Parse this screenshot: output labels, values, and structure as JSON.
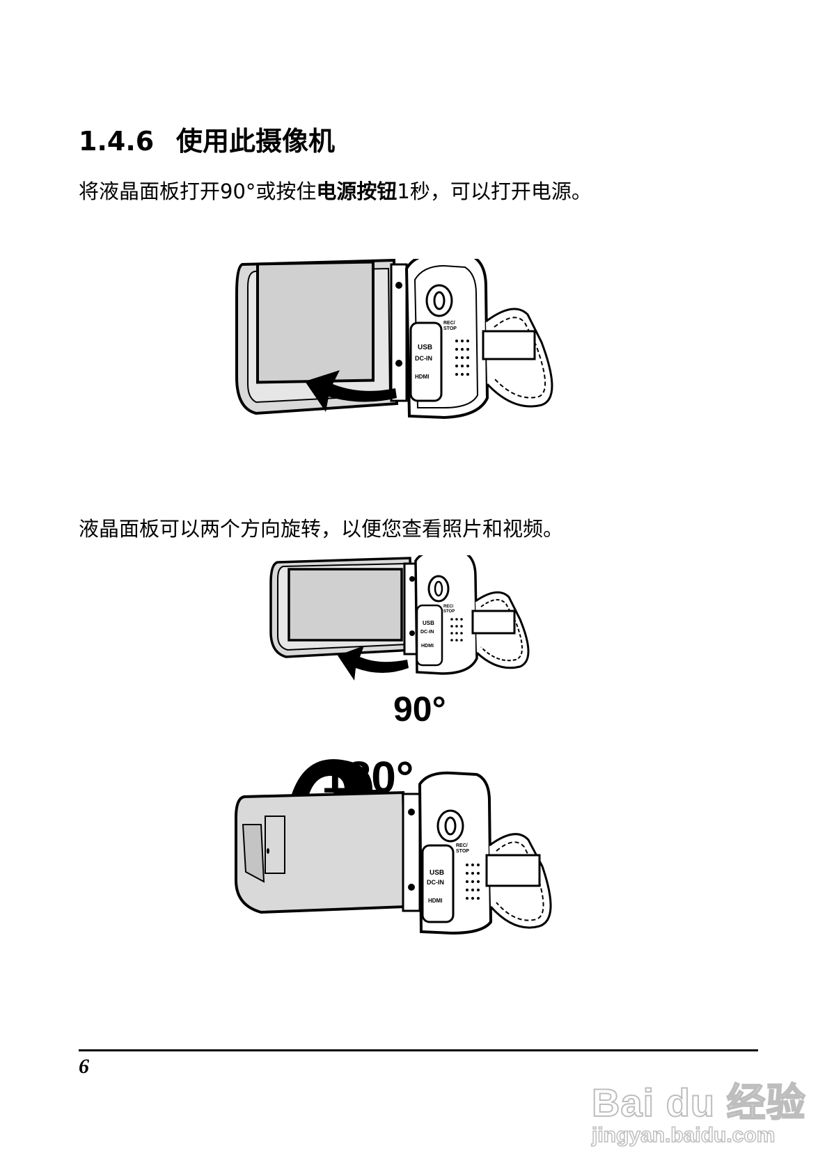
{
  "section": {
    "number": "1.4.6",
    "title": "使用此摄像机"
  },
  "para1": {
    "before": "将液晶面板打开90°或按住",
    "bold": "电源按钮",
    "after": "1秒，可以打开电源。"
  },
  "para2": "液晶面板可以两个方向旋转，以便您查看照片和视频。",
  "camera_labels": {
    "rec": "REC/",
    "stop": "STOP",
    "usb": "USB",
    "dcin": "DC-IN",
    "hdmi": "HDMI"
  },
  "angles": {
    "a90": "90°",
    "a180": "180°"
  },
  "footer": {
    "page_number": "6"
  },
  "watermark": {
    "logo": "Bai du 经验",
    "url": "jingyan.baidu.com"
  }
}
